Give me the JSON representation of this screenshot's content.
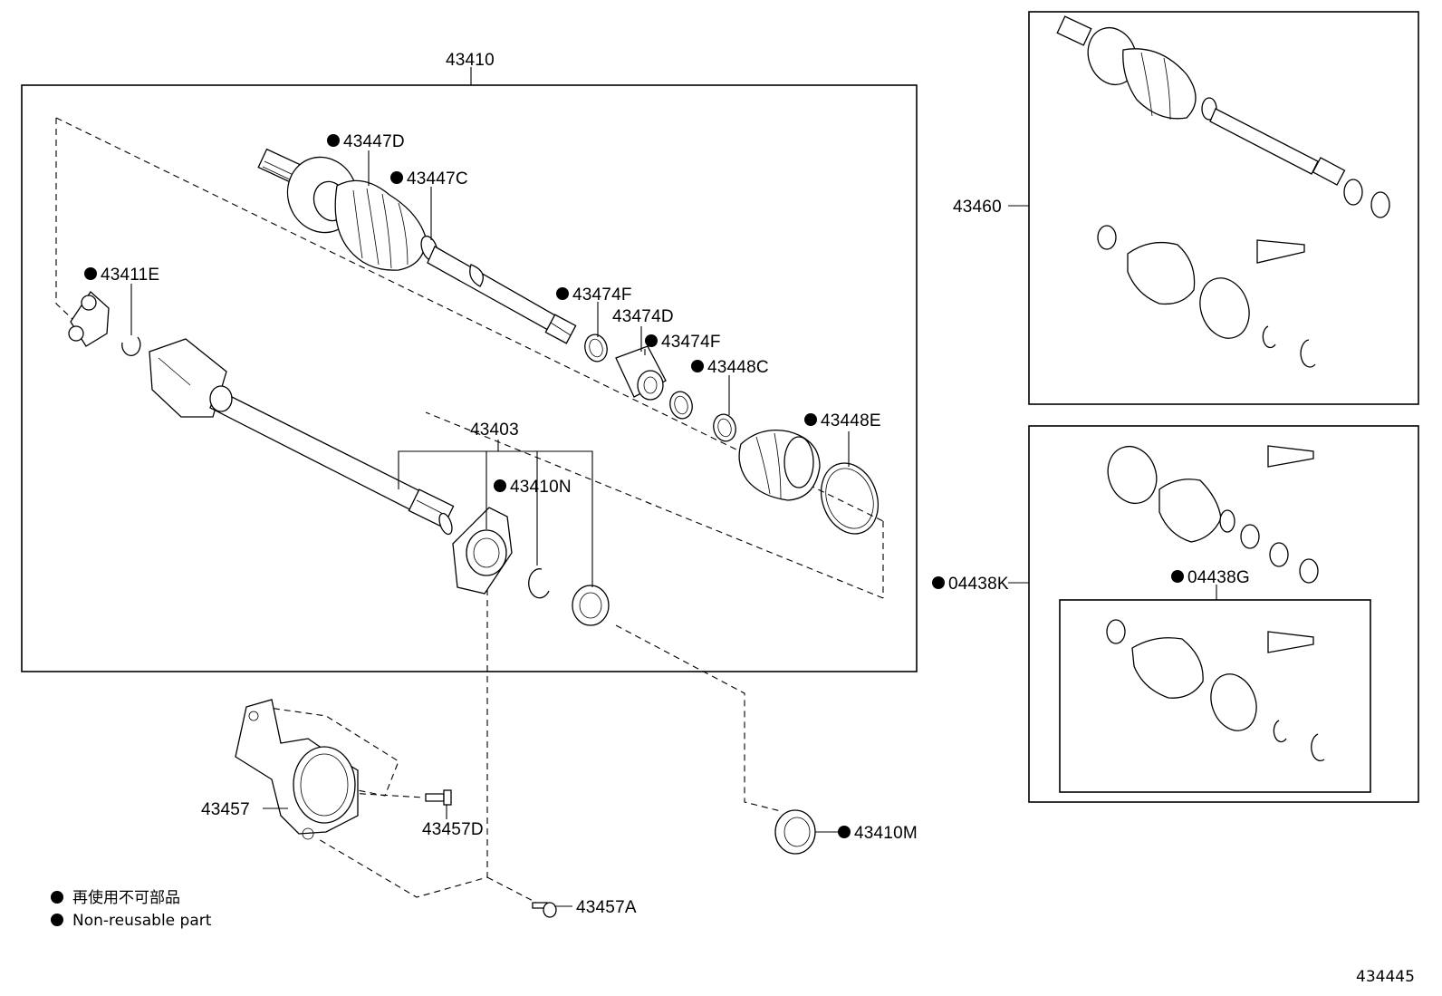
{
  "diagram_id": "434445",
  "labels": {
    "p43410": "43410",
    "p43447D": "43447D",
    "p43447C": "43447C",
    "p43411E": "43411E",
    "p43474F_a": "43474F",
    "p43474D": "43474D",
    "p43474F_b": "43474F",
    "p43448C": "43448C",
    "p43448E": "43448E",
    "p43403": "43403",
    "p43410N": "43410N",
    "p43460": "43460",
    "p04438K": "04438K",
    "p04438G": "04438G",
    "p43457": "43457",
    "p43457D": "43457D",
    "p43410M": "43410M",
    "p43457A": "43457A"
  },
  "legend": {
    "jp": "再使用不可部品",
    "en": "Non-reusable part"
  }
}
